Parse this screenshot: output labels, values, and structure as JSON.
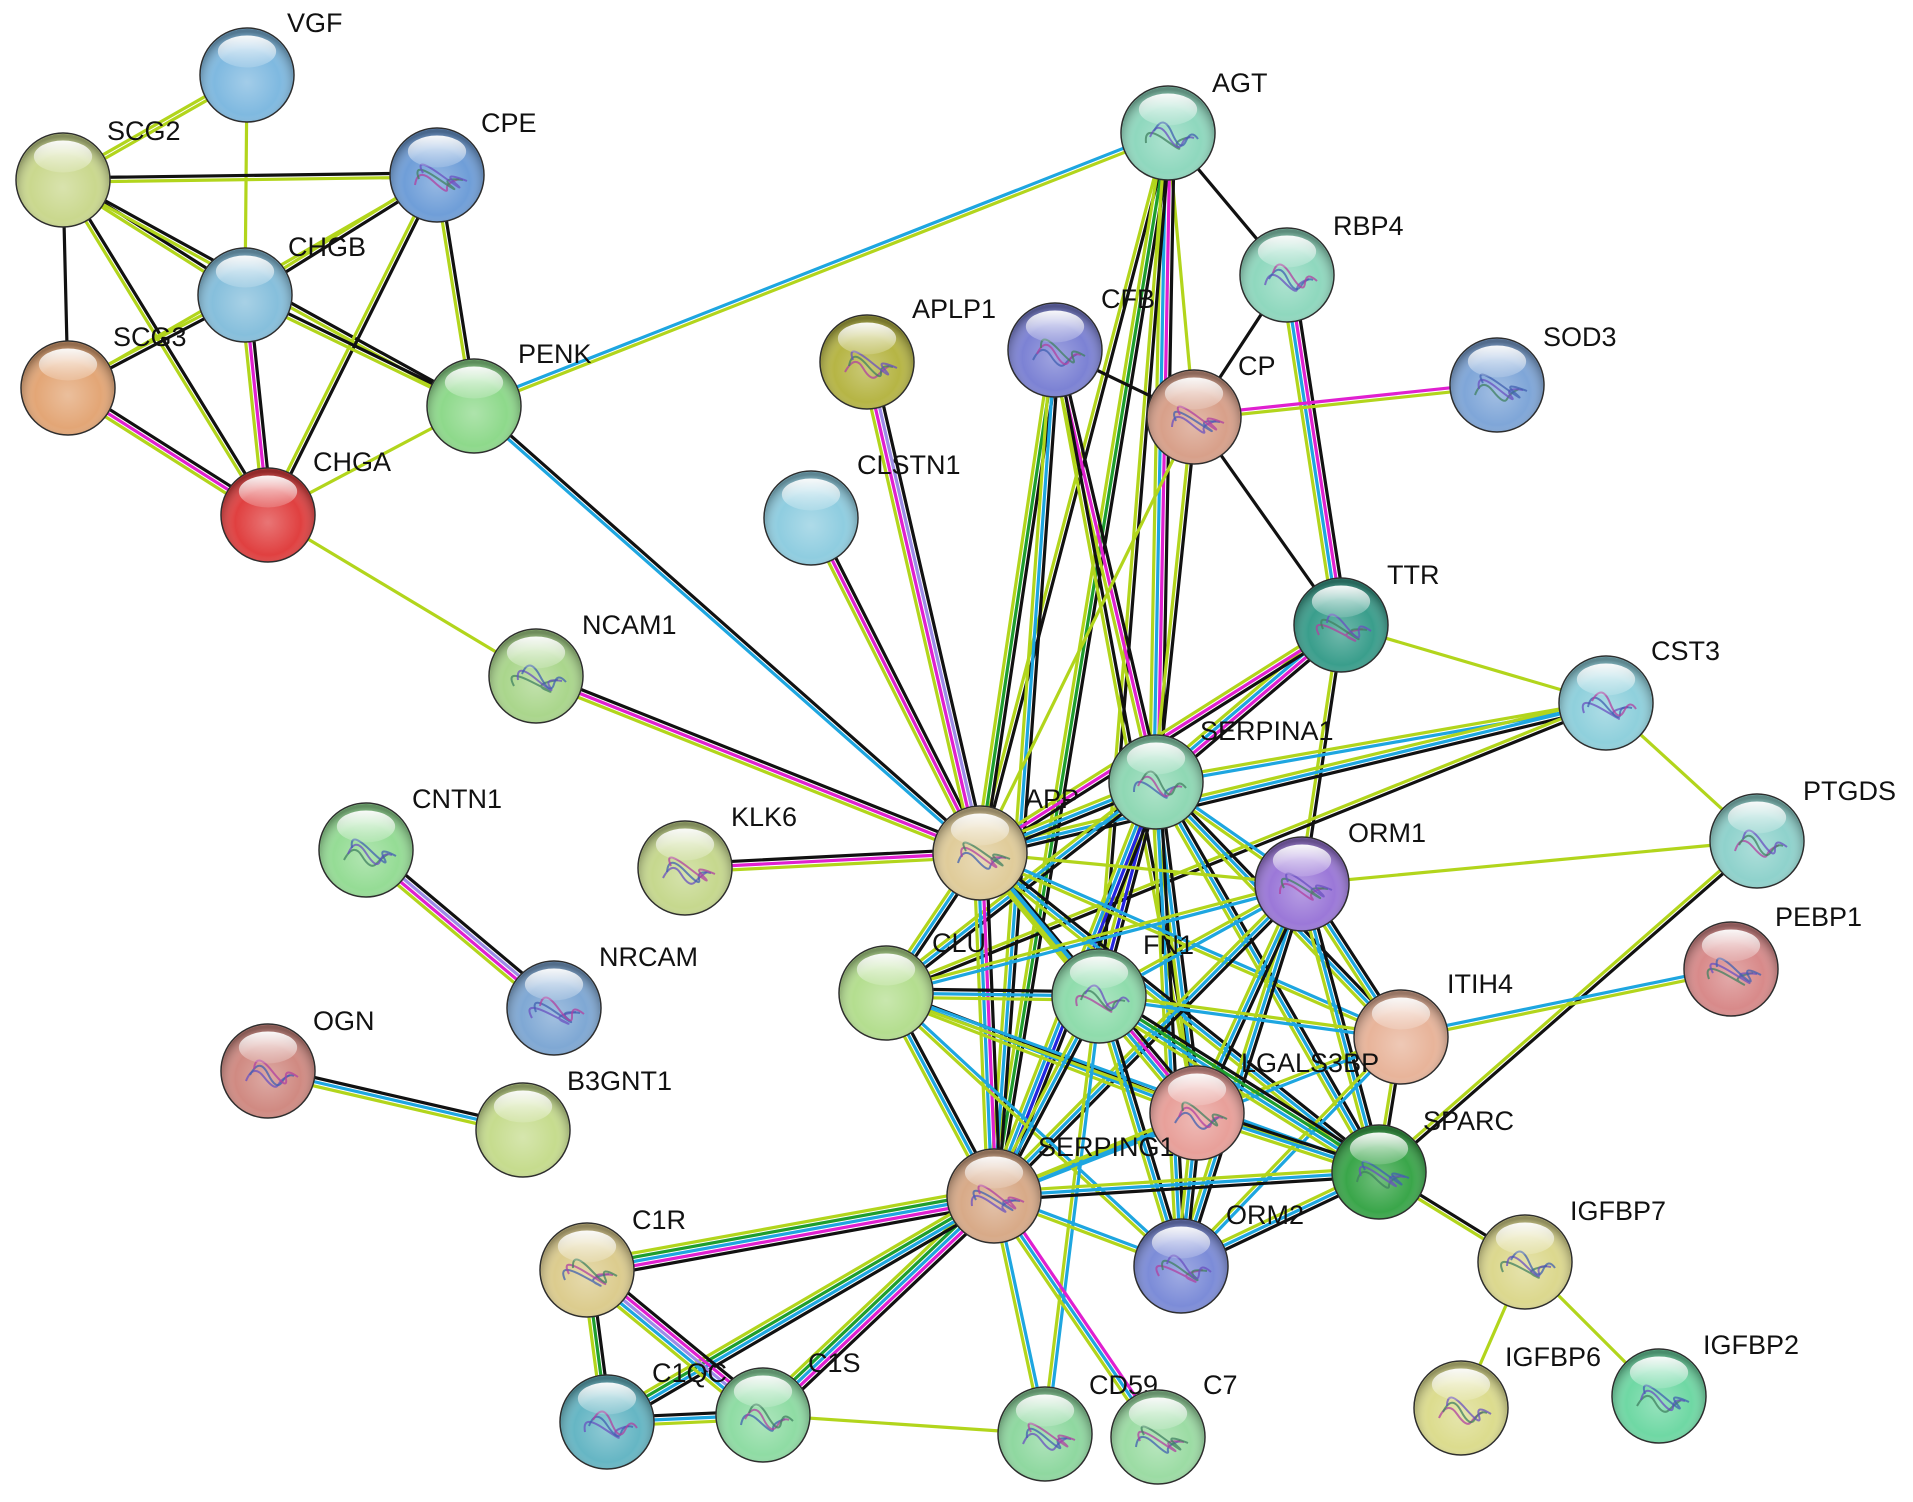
{
  "nodes": [
    {
      "id": "VGF",
      "label": "VGF",
      "color": "#7fb9e0",
      "structure": false
    },
    {
      "id": "SCG2",
      "label": "SCG2",
      "color": "#cad88e",
      "structure": false
    },
    {
      "id": "CPE",
      "label": "CPE",
      "color": "#6f9ed8",
      "structure": true
    },
    {
      "id": "CHGB",
      "label": "CHGB",
      "color": "#86bfdc",
      "structure": false
    },
    {
      "id": "SCG3",
      "label": "SCG3",
      "color": "#e3a676",
      "structure": false
    },
    {
      "id": "PENK",
      "label": "PENK",
      "color": "#8ed98b",
      "structure": false
    },
    {
      "id": "CHGA",
      "label": "CHGA",
      "color": "#e04040",
      "structure": false
    },
    {
      "id": "AGT",
      "label": "AGT",
      "color": "#8fd8be",
      "structure": true
    },
    {
      "id": "RBP4",
      "label": "RBP4",
      "color": "#8fd8be",
      "structure": true
    },
    {
      "id": "CFB",
      "label": "CFB",
      "color": "#7c82d4",
      "structure": true
    },
    {
      "id": "APLP1",
      "label": "APLP1",
      "color": "#b6b545",
      "structure": true
    },
    {
      "id": "SOD3",
      "label": "SOD3",
      "color": "#7fa6d8",
      "structure": true
    },
    {
      "id": "CP",
      "label": "CP",
      "color": "#d8a08a",
      "structure": true
    },
    {
      "id": "CLSTN1",
      "label": "CLSTN1",
      "color": "#8fcde0",
      "structure": false
    },
    {
      "id": "TTR",
      "label": "TTR",
      "color": "#3a9e8c",
      "structure": true
    },
    {
      "id": "NCAM1",
      "label": "NCAM1",
      "color": "#aad68c",
      "structure": true
    },
    {
      "id": "CST3",
      "label": "CST3",
      "color": "#8fd0dc",
      "structure": true
    },
    {
      "id": "SERPINA1",
      "label": "SERPINA1",
      "color": "#8fd8b4",
      "structure": true
    },
    {
      "id": "PTGDS",
      "label": "PTGDS",
      "color": "#8fd2cc",
      "structure": true
    },
    {
      "id": "CNTN1",
      "label": "CNTN1",
      "color": "#95dc95",
      "structure": true
    },
    {
      "id": "KLK6",
      "label": "KLK6",
      "color": "#c6d88e",
      "structure": true
    },
    {
      "id": "APP",
      "label": "APP",
      "color": "#e0cc9a",
      "structure": true
    },
    {
      "id": "ORM1",
      "label": "ORM1",
      "color": "#9b78d8",
      "structure": true
    },
    {
      "id": "PEBP1",
      "label": "PEBP1",
      "color": "#d88a8a",
      "structure": true
    },
    {
      "id": "NRCAM",
      "label": "NRCAM",
      "color": "#7fa8d4",
      "structure": true
    },
    {
      "id": "CLU",
      "label": "CLU",
      "color": "#b4de8f",
      "structure": false
    },
    {
      "id": "FN1",
      "label": "FN1",
      "color": "#8fdcac",
      "structure": true
    },
    {
      "id": "ITIH4",
      "label": "ITIH4",
      "color": "#e8b49a",
      "structure": false
    },
    {
      "id": "OGN",
      "label": "OGN",
      "color": "#d08a82",
      "structure": true
    },
    {
      "id": "LGALS3BP",
      "label": "LGALS3BP",
      "color": "#e8a09a",
      "structure": true
    },
    {
      "id": "B3GNT1",
      "label": "B3GNT1",
      "color": "#c6dc8e",
      "structure": false
    },
    {
      "id": "SPARC",
      "label": "SPARC",
      "color": "#3aa64a",
      "structure": true
    },
    {
      "id": "SERPING1",
      "label": "SERPING1",
      "color": "#d8aa88",
      "structure": true
    },
    {
      "id": "C1R",
      "label": "C1R",
      "color": "#dccc8e",
      "structure": true
    },
    {
      "id": "ORM2",
      "label": "ORM2",
      "color": "#7c8cd8",
      "structure": true
    },
    {
      "id": "IGFBP7",
      "label": "IGFBP7",
      "color": "#dcd88e",
      "structure": true
    },
    {
      "id": "C1QC",
      "label": "C1QC",
      "color": "#66b6c4",
      "structure": true
    },
    {
      "id": "C1S",
      "label": "C1S",
      "color": "#8fdca4",
      "structure": true
    },
    {
      "id": "IGFBP6",
      "label": "IGFBP6",
      "color": "#dcdc8e",
      "structure": true
    },
    {
      "id": "IGFBP2",
      "label": "IGFBP2",
      "color": "#6fd8a4",
      "structure": true
    },
    {
      "id": "CD59",
      "label": "CD59",
      "color": "#8fd8a0",
      "structure": true
    },
    {
      "id": "C7",
      "label": "C7",
      "color": "#9cdca4",
      "structure": true
    }
  ],
  "edge_colors": {
    "black": "#111111",
    "yellow_green": "#b2d51c",
    "magenta": "#e020d0",
    "cyan": "#1ea6e0",
    "green": "#1e9e2e",
    "blue": "#2424e0",
    "lavender": "#9c8ce8"
  },
  "edges": [
    {
      "a": "VGF",
      "b": "SCG2",
      "types": [
        "yellow_green",
        "yellow_green"
      ]
    },
    {
      "a": "VGF",
      "b": "CHGB",
      "types": [
        "yellow_green"
      ]
    },
    {
      "a": "SCG2",
      "b": "CPE",
      "types": [
        "black",
        "yellow_green"
      ]
    },
    {
      "a": "SCG2",
      "b": "CHGB",
      "types": [
        "black",
        "yellow_green"
      ]
    },
    {
      "a": "SCG2",
      "b": "SCG3",
      "types": [
        "black"
      ]
    },
    {
      "a": "SCG2",
      "b": "CHGA",
      "types": [
        "black",
        "yellow_green"
      ]
    },
    {
      "a": "SCG2",
      "b": "PENK",
      "types": [
        "black",
        "yellow_green"
      ]
    },
    {
      "a": "CPE",
      "b": "CHGB",
      "types": [
        "black",
        "yellow_green"
      ]
    },
    {
      "a": "CPE",
      "b": "PENK",
      "types": [
        "black",
        "yellow_green"
      ]
    },
    {
      "a": "CPE",
      "b": "CHGA",
      "types": [
        "black",
        "yellow_green"
      ]
    },
    {
      "a": "CPE",
      "b": "SCG3",
      "types": [
        "yellow_green"
      ]
    },
    {
      "a": "CHGB",
      "b": "SCG3",
      "types": [
        "black",
        "yellow_green"
      ]
    },
    {
      "a": "CHGB",
      "b": "CHGA",
      "types": [
        "black",
        "magenta",
        "yellow_green"
      ]
    },
    {
      "a": "CHGB",
      "b": "PENK",
      "types": [
        "black",
        "yellow_green"
      ]
    },
    {
      "a": "SCG3",
      "b": "CHGA",
      "types": [
        "black",
        "magenta",
        "yellow_green"
      ]
    },
    {
      "a": "PENK",
      "b": "CHGA",
      "types": [
        "yellow_green"
      ]
    },
    {
      "a": "PENK",
      "b": "AGT",
      "types": [
        "cyan",
        "yellow_green"
      ]
    },
    {
      "a": "PENK",
      "b": "APP",
      "types": [
        "black",
        "cyan"
      ]
    },
    {
      "a": "CHGA",
      "b": "NCAM1",
      "types": [
        "yellow_green"
      ]
    },
    {
      "a": "NCAM1",
      "b": "APP",
      "types": [
        "black",
        "magenta",
        "yellow_green"
      ]
    },
    {
      "a": "CNTN1",
      "b": "NRCAM",
      "types": [
        "black",
        "lavender",
        "magenta",
        "yellow_green"
      ]
    },
    {
      "a": "OGN",
      "b": "B3GNT1",
      "types": [
        "black",
        "cyan",
        "yellow_green"
      ]
    },
    {
      "a": "KLK6",
      "b": "APP",
      "types": [
        "black",
        "magenta",
        "yellow_green"
      ]
    },
    {
      "a": "CLSTN1",
      "b": "APP",
      "types": [
        "black",
        "magenta",
        "yellow_green"
      ]
    },
    {
      "a": "APLP1",
      "b": "APP",
      "types": [
        "black",
        "lavender",
        "magenta",
        "yellow_green"
      ]
    },
    {
      "a": "AGT",
      "b": "RBP4",
      "types": [
        "black"
      ]
    },
    {
      "a": "AGT",
      "b": "CP",
      "types": [
        "yellow_green"
      ]
    },
    {
      "a": "AGT",
      "b": "APP",
      "types": [
        "black",
        "yellow_green"
      ]
    },
    {
      "a": "AGT",
      "b": "SERPINA1",
      "types": [
        "black",
        "magenta",
        "cyan",
        "yellow_green"
      ]
    },
    {
      "a": "AGT",
      "b": "SERPING1",
      "types": [
        "black",
        "green",
        "yellow_green"
      ]
    },
    {
      "a": "AGT",
      "b": "FN1",
      "types": [
        "black",
        "yellow_green"
      ]
    },
    {
      "a": "RBP4",
      "b": "CP",
      "types": [
        "black"
      ]
    },
    {
      "a": "RBP4",
      "b": "TTR",
      "types": [
        "black",
        "magenta",
        "cyan",
        "yellow_green"
      ]
    },
    {
      "a": "CFB",
      "b": "CP",
      "types": [
        "black"
      ]
    },
    {
      "a": "CFB",
      "b": "APP",
      "types": [
        "black",
        "green",
        "yellow_green"
      ]
    },
    {
      "a": "CFB",
      "b": "SERPING1",
      "types": [
        "black",
        "cyan",
        "yellow_green"
      ]
    },
    {
      "a": "CFB",
      "b": "SERPINA1",
      "types": [
        "black",
        "magenta",
        "yellow_green"
      ]
    },
    {
      "a": "CFB",
      "b": "LGALS3BP",
      "types": [
        "black",
        "yellow_green"
      ]
    },
    {
      "a": "CP",
      "b": "SOD3",
      "types": [
        "magenta",
        "yellow_green"
      ]
    },
    {
      "a": "CP",
      "b": "TTR",
      "types": [
        "black"
      ]
    },
    {
      "a": "CP",
      "b": "SERPINA1",
      "types": [
        "black",
        "yellow_green"
      ]
    },
    {
      "a": "CP",
      "b": "APP",
      "types": [
        "yellow_green"
      ]
    },
    {
      "a": "TTR",
      "b": "SERPINA1",
      "types": [
        "black",
        "magenta",
        "cyan",
        "yellow_green"
      ]
    },
    {
      "a": "TTR",
      "b": "CST3",
      "types": [
        "yellow_green"
      ]
    },
    {
      "a": "TTR",
      "b": "ORM1",
      "types": [
        "black",
        "yellow_green"
      ]
    },
    {
      "a": "TTR",
      "b": "APP",
      "types": [
        "black",
        "magenta",
        "yellow_green"
      ]
    },
    {
      "a": "CST3",
      "b": "PTGDS",
      "types": [
        "yellow_green"
      ]
    },
    {
      "a": "CST3",
      "b": "SERPINA1",
      "types": [
        "cyan",
        "yellow_green"
      ]
    },
    {
      "a": "CST3",
      "b": "APP",
      "types": [
        "black",
        "cyan",
        "yellow_green"
      ]
    },
    {
      "a": "CST3",
      "b": "CLU",
      "types": [
        "black",
        "yellow_green"
      ]
    },
    {
      "a": "PTGDS",
      "b": "ORM1",
      "types": [
        "yellow_green"
      ]
    },
    {
      "a": "PTGDS",
      "b": "SPARC",
      "types": [
        "black",
        "yellow_green"
      ]
    },
    {
      "a": "SERPINA1",
      "b": "APP",
      "types": [
        "black",
        "cyan",
        "yellow_green"
      ]
    },
    {
      "a": "SERPINA1",
      "b": "CLU",
      "types": [
        "black",
        "cyan",
        "yellow_green"
      ]
    },
    {
      "a": "SERPINA1",
      "b": "FN1",
      "types": [
        "black",
        "blue",
        "yellow_green"
      ]
    },
    {
      "a": "SERPINA1",
      "b": "ORM1",
      "types": [
        "cyan",
        "yellow_green"
      ]
    },
    {
      "a": "SERPINA1",
      "b": "ITIH4",
      "types": [
        "black",
        "cyan",
        "yellow_green"
      ]
    },
    {
      "a": "SERPINA1",
      "b": "LGALS3BP",
      "types": [
        "black",
        "cyan",
        "yellow_green"
      ]
    },
    {
      "a": "SERPINA1",
      "b": "SPARC",
      "types": [
        "black",
        "cyan",
        "yellow_green"
      ]
    },
    {
      "a": "SERPINA1",
      "b": "SERPING1",
      "types": [
        "black",
        "blue",
        "cyan",
        "yellow_green"
      ]
    },
    {
      "a": "SERPINA1",
      "b": "ORM2",
      "types": [
        "black",
        "cyan",
        "yellow_green"
      ]
    },
    {
      "a": "APP",
      "b": "CLU",
      "types": [
        "black",
        "cyan",
        "yellow_green"
      ]
    },
    {
      "a": "APP",
      "b": "FN1",
      "types": [
        "black",
        "cyan",
        "yellow_green"
      ]
    },
    {
      "a": "APP",
      "b": "ORM1",
      "types": [
        "yellow_green"
      ]
    },
    {
      "a": "APP",
      "b": "SERPING1",
      "types": [
        "black",
        "magenta",
        "cyan",
        "yellow_green"
      ]
    },
    {
      "a": "APP",
      "b": "SPARC",
      "types": [
        "black",
        "cyan",
        "yellow_green"
      ]
    },
    {
      "a": "APP",
      "b": "LGALS3BP",
      "types": [
        "cyan",
        "yellow_green"
      ]
    },
    {
      "a": "APP",
      "b": "ITIH4",
      "types": [
        "cyan",
        "yellow_green"
      ]
    },
    {
      "a": "ORM1",
      "b": "FN1",
      "types": [
        "cyan",
        "yellow_green"
      ]
    },
    {
      "a": "ORM1",
      "b": "ITIH4",
      "types": [
        "black",
        "cyan",
        "yellow_green"
      ]
    },
    {
      "a": "ORM1",
      "b": "SPARC",
      "types": [
        "black",
        "cyan",
        "yellow_green"
      ]
    },
    {
      "a": "ORM1",
      "b": "ORM2",
      "types": [
        "black",
        "cyan",
        "yellow_green"
      ]
    },
    {
      "a": "ORM1",
      "b": "SERPING1",
      "types": [
        "black",
        "cyan",
        "yellow_green"
      ]
    },
    {
      "a": "ORM1",
      "b": "LGALS3BP",
      "types": [
        "black",
        "cyan",
        "yellow_green"
      ]
    },
    {
      "a": "ORM1",
      "b": "CLU",
      "types": [
        "cyan",
        "yellow_green"
      ]
    },
    {
      "a": "ITIH4",
      "b": "PEBP1",
      "types": [
        "cyan",
        "yellow_green"
      ]
    },
    {
      "a": "ITIH4",
      "b": "FN1",
      "types": [
        "cyan",
        "yellow_green"
      ]
    },
    {
      "a": "ITIH4",
      "b": "SPARC",
      "types": [
        "black",
        "yellow_green"
      ]
    },
    {
      "a": "ITIH4",
      "b": "SERPING1",
      "types": [
        "cyan",
        "yellow_green"
      ]
    },
    {
      "a": "ITIH4",
      "b": "ORM2",
      "types": [
        "cyan",
        "yellow_green"
      ]
    },
    {
      "a": "CLU",
      "b": "FN1",
      "types": [
        "black",
        "cyan",
        "yellow_green"
      ]
    },
    {
      "a": "CLU",
      "b": "SERPING1",
      "types": [
        "black",
        "cyan",
        "yellow_green"
      ]
    },
    {
      "a": "CLU",
      "b": "LGALS3BP",
      "types": [
        "black",
        "cyan",
        "yellow_green"
      ]
    },
    {
      "a": "CLU",
      "b": "SPARC",
      "types": [
        "cyan",
        "yellow_green"
      ]
    },
    {
      "a": "CLU",
      "b": "ORM2",
      "types": [
        "cyan",
        "yellow_green"
      ]
    },
    {
      "a": "FN1",
      "b": "LGALS3BP",
      "types": [
        "black",
        "magenta",
        "cyan",
        "yellow_green"
      ]
    },
    {
      "a": "FN1",
      "b": "SPARC",
      "types": [
        "black",
        "green",
        "cyan",
        "yellow_green"
      ]
    },
    {
      "a": "FN1",
      "b": "SERPING1",
      "types": [
        "black",
        "cyan",
        "yellow_green"
      ]
    },
    {
      "a": "FN1",
      "b": "ORM2",
      "types": [
        "black",
        "cyan",
        "yellow_green"
      ]
    },
    {
      "a": "FN1",
      "b": "CD59",
      "types": [
        "cyan",
        "yellow_green"
      ]
    },
    {
      "a": "LGALS3BP",
      "b": "SPARC",
      "types": [
        "black",
        "cyan",
        "yellow_green"
      ]
    },
    {
      "a": "LGALS3BP",
      "b": "SERPING1",
      "types": [
        "cyan",
        "yellow_green"
      ]
    },
    {
      "a": "LGALS3BP",
      "b": "ORM2",
      "types": [
        "black",
        "cyan",
        "yellow_green"
      ]
    },
    {
      "a": "SPARC",
      "b": "ORM2",
      "types": [
        "black",
        "cyan",
        "yellow_green"
      ]
    },
    {
      "a": "SPARC",
      "b": "SERPING1",
      "types": [
        "black",
        "cyan",
        "yellow_green"
      ]
    },
    {
      "a": "SPARC",
      "b": "IGFBP7",
      "types": [
        "black",
        "yellow_green"
      ]
    },
    {
      "a": "SERPING1",
      "b": "ORM2",
      "types": [
        "cyan",
        "yellow_green"
      ]
    },
    {
      "a": "SERPING1",
      "b": "C1R",
      "types": [
        "black",
        "magenta",
        "cyan",
        "green",
        "yellow_green"
      ]
    },
    {
      "a": "SERPING1",
      "b": "C1S",
      "types": [
        "black",
        "magenta",
        "cyan",
        "green",
        "yellow_green"
      ]
    },
    {
      "a": "SERPING1",
      "b": "C1QC",
      "types": [
        "black",
        "cyan",
        "green",
        "yellow_green"
      ]
    },
    {
      "a": "SERPING1",
      "b": "CD59",
      "types": [
        "cyan",
        "yellow_green"
      ]
    },
    {
      "a": "SERPING1",
      "b": "C7",
      "types": [
        "magenta",
        "cyan",
        "yellow_green"
      ]
    },
    {
      "a": "C1R",
      "b": "C1S",
      "types": [
        "black",
        "magenta",
        "lavender",
        "cyan",
        "yellow_green"
      ]
    },
    {
      "a": "C1R",
      "b": "C1QC",
      "types": [
        "black",
        "green",
        "yellow_green"
      ]
    },
    {
      "a": "C1QC",
      "b": "C1S",
      "types": [
        "black",
        "cyan",
        "yellow_green"
      ]
    },
    {
      "a": "C1S",
      "b": "CD59",
      "types": [
        "yellow_green"
      ]
    },
    {
      "a": "IGFBP7",
      "b": "IGFBP6",
      "types": [
        "yellow_green"
      ]
    },
    {
      "a": "IGFBP7",
      "b": "IGFBP2",
      "types": [
        "yellow_green"
      ]
    }
  ]
}
